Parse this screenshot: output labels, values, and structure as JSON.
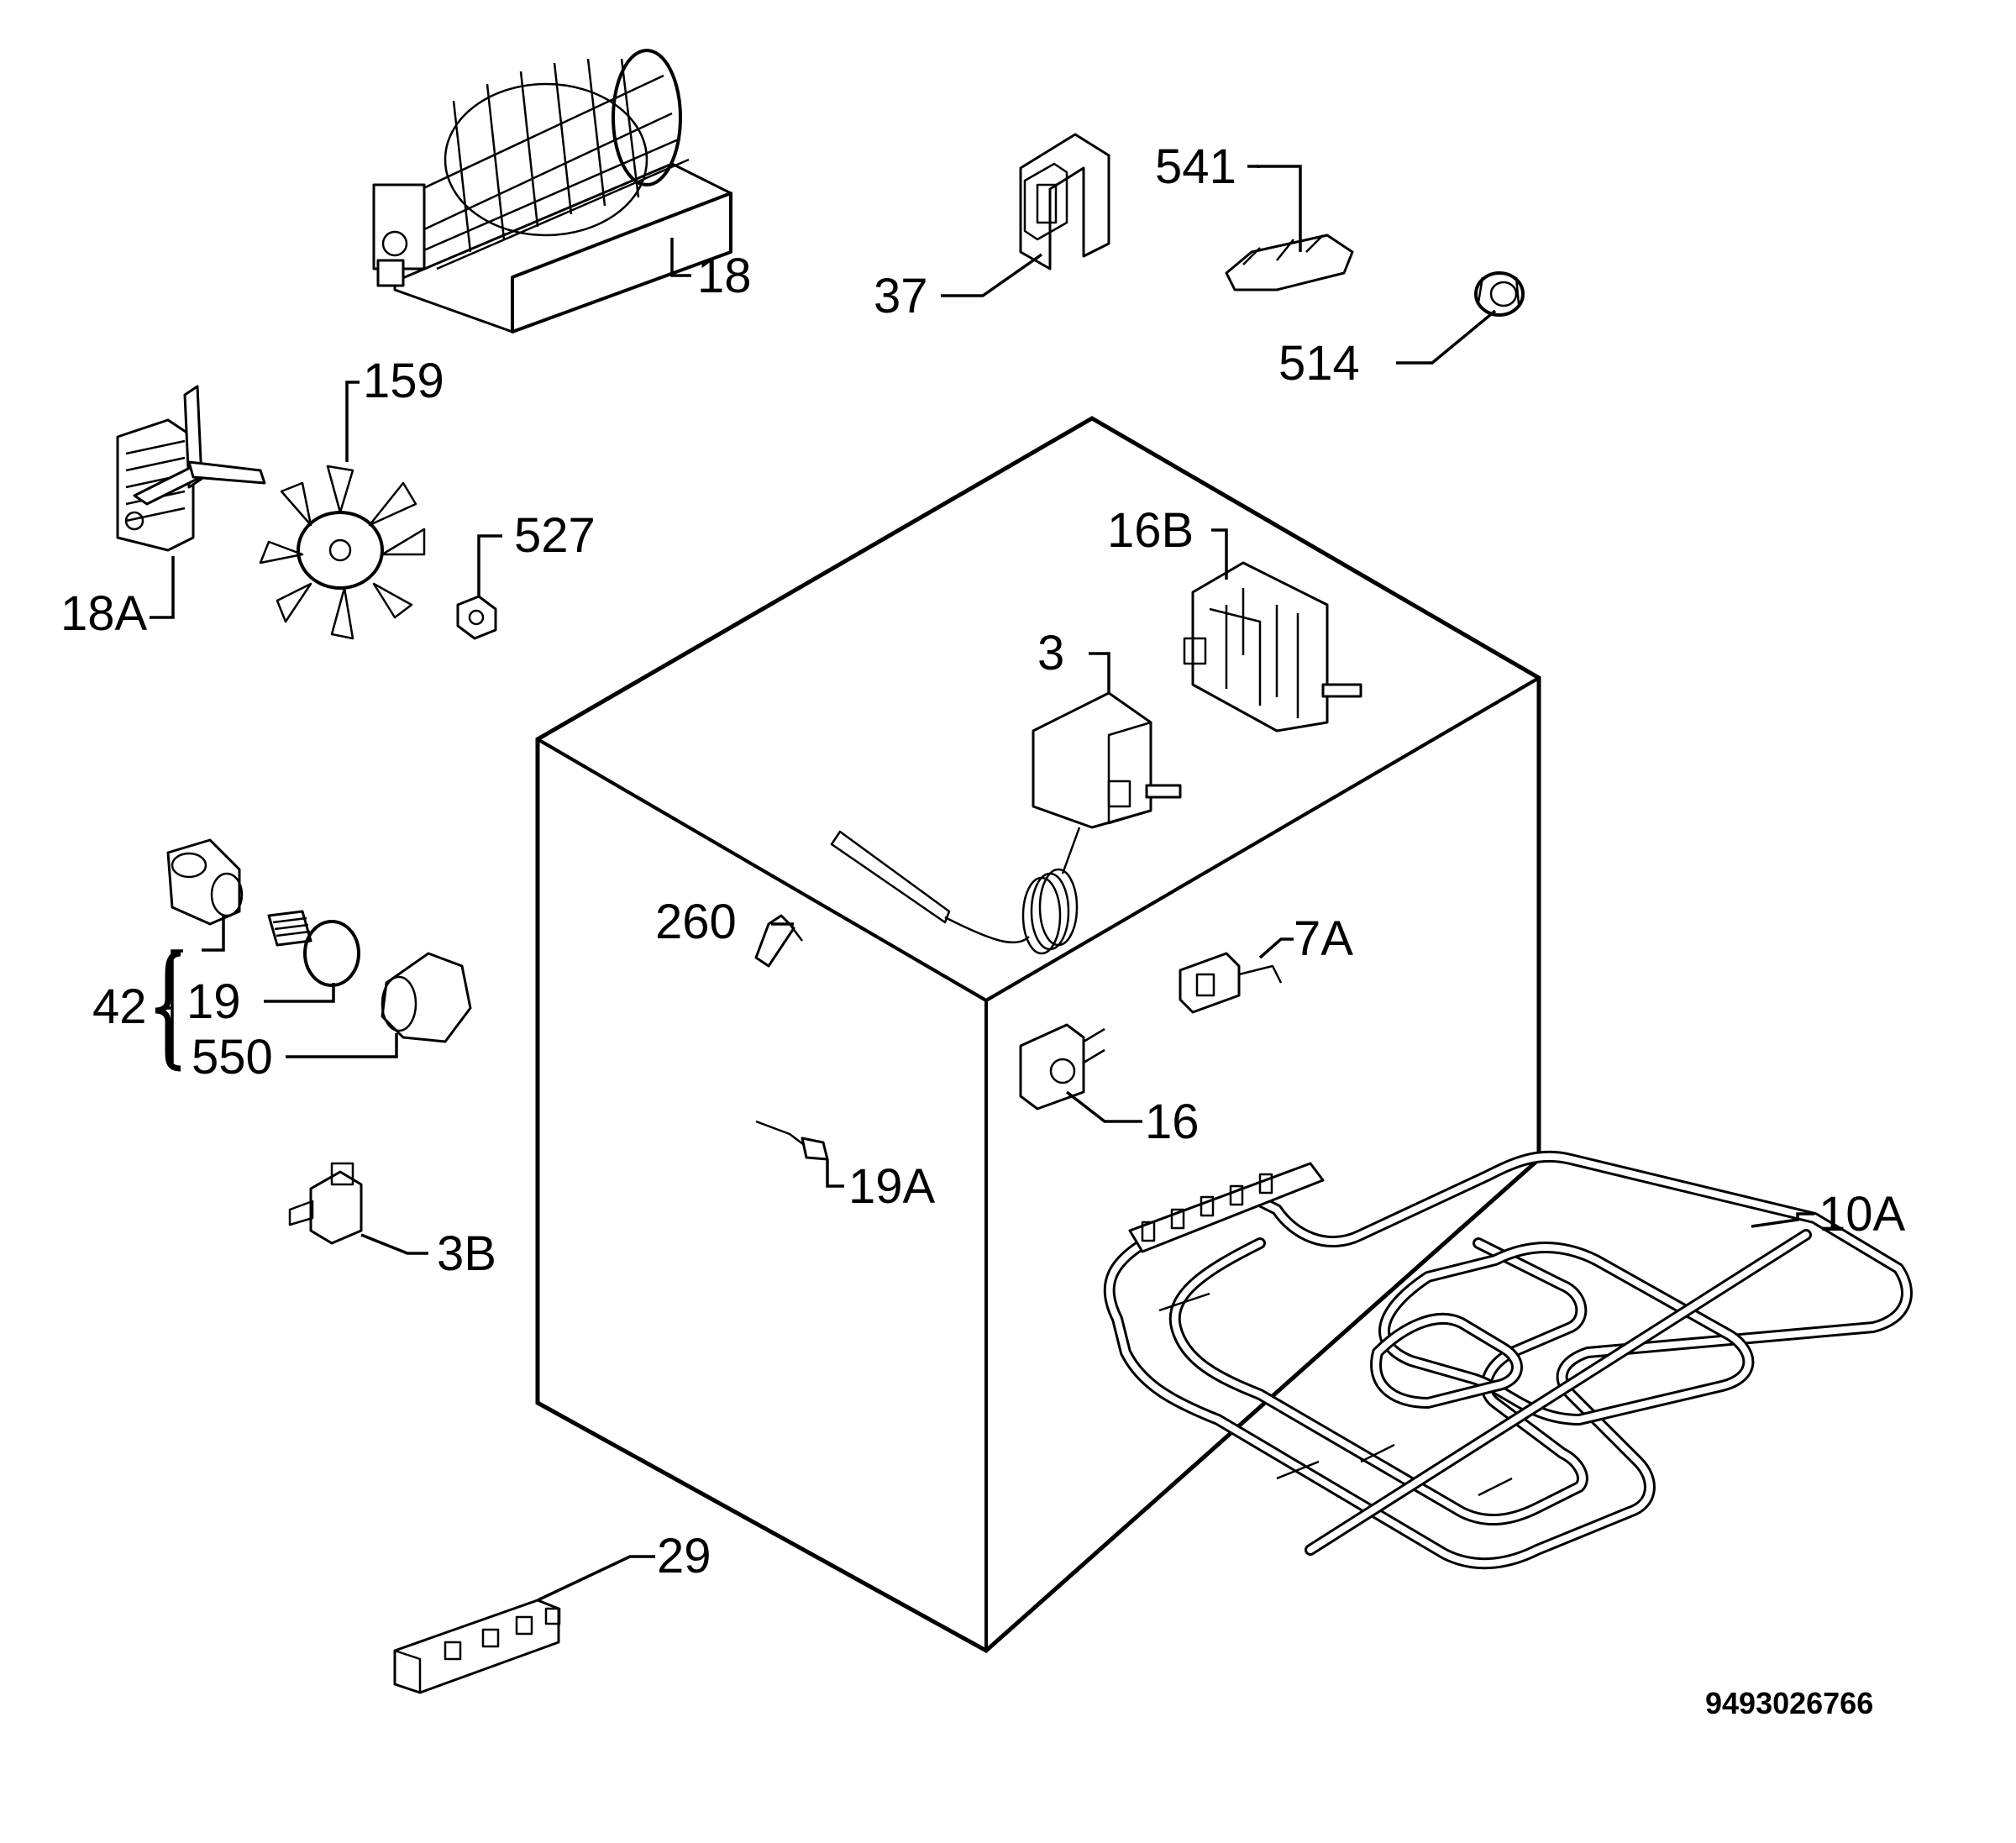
{
  "parts": {
    "p18": "18",
    "p159": "159",
    "p18A": "18A",
    "p527": "527",
    "p37": "37",
    "p541": "541",
    "p514": "514",
    "p16B": "16B",
    "p3": "3",
    "p260": "260",
    "p7A": "7A",
    "p42": "42",
    "p19": "19",
    "p550": "550",
    "p16": "16",
    "p19A": "19A",
    "p3B": "3B",
    "p10A": "10A",
    "p29": "29"
  },
  "document_number": "9493026766",
  "icons": [
    "fan-heater-assembly",
    "fan-motor",
    "fan-blade",
    "nut",
    "switch-bracket",
    "terminal-block",
    "grommet",
    "selector-switch",
    "thermostat",
    "clip",
    "microswitch",
    "lamp-holder",
    "lamp",
    "lamp-cover",
    "door-switch",
    "indicator-light",
    "connector",
    "grill-heating-element",
    "ignition-generator",
    "oven-cavity"
  ]
}
